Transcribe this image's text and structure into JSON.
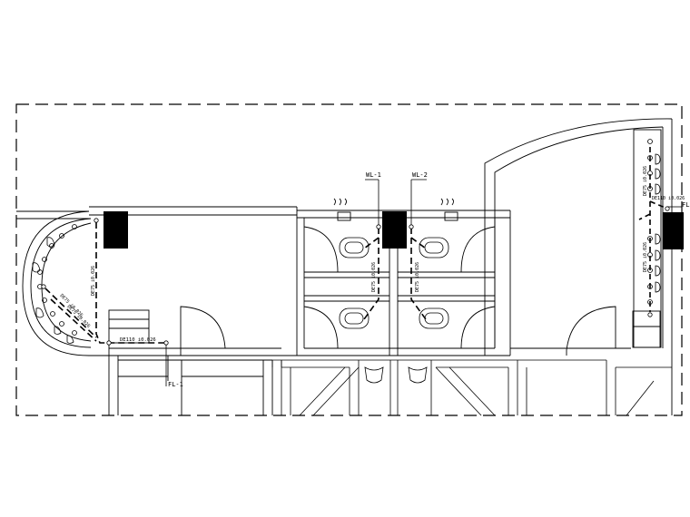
{
  "drawing": {
    "stacks": [
      {
        "id": "WL-1",
        "label": "WL-1"
      },
      {
        "id": "WL-2",
        "label": "WL-2"
      },
      {
        "id": "FL-1",
        "label": "FL-1"
      },
      {
        "id": "FL",
        "label": "FL"
      }
    ],
    "pipe_labels": {
      "wl1_vertical": "DE75 i0.026",
      "wl2_vertical": "DE75 i0.026",
      "fl1_main": "DE110 i0.026",
      "fl1_branch_a": "DE75 i0.026",
      "fl1_branch_b": "DE75 i0.026",
      "fl1_branch_c": "DE75 i0.026",
      "fl_vertical_top": "DE75 i0.026",
      "fl_vertical_bottom": "DE75 i0.026",
      "fl_mid": "DE110 i0.026"
    },
    "colors": {
      "line": "#000000",
      "background": "#ffffff",
      "column_fill": "#000000"
    }
  }
}
